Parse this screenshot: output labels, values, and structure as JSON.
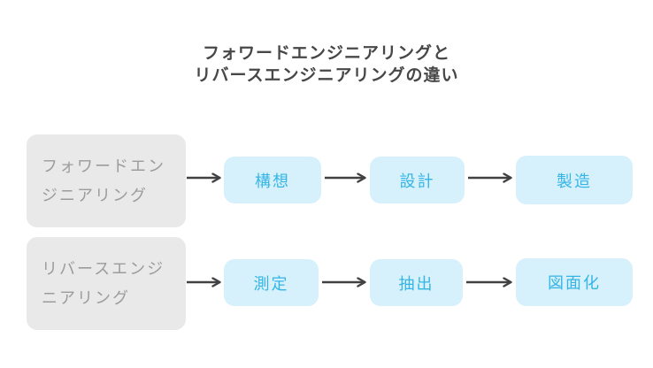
{
  "title": {
    "line1": "フォワードエンジニアリングと",
    "line2": "リバースエンジニアリングの違い"
  },
  "rows": [
    {
      "source": {
        "line1": "フォワードエン",
        "line2": "ジニアリング",
        "full": "フォワードエンジニアリング"
      },
      "steps": [
        "構想",
        "設計",
        "製造"
      ]
    },
    {
      "source": {
        "line1": "リバースエンジ",
        "line2": "ニアリング",
        "full": "リバースエンジニアリング"
      },
      "steps": [
        "測定",
        "抽出",
        "図面化"
      ]
    }
  ],
  "colors": {
    "background": "#ffffff",
    "title_text": "#474747",
    "source_fill": "#e9e9e9",
    "source_text": "#9c9c9c",
    "step_fill": "#d6f1fb",
    "step_text": "#35b5e6",
    "arrow": "#414141"
  }
}
